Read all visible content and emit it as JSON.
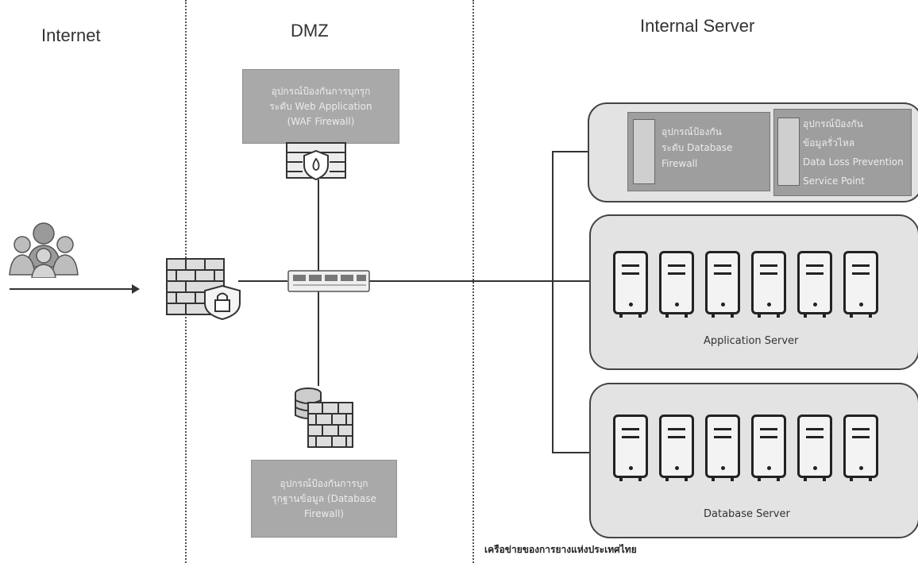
{
  "zones": {
    "internet": "Internet",
    "dmz": "DMZ",
    "internal": "Internal Server"
  },
  "dmz_labels": {
    "waf": [
      "อุปกรณ์ป้องกันการบุกรุก",
      "ระดับ Web Application",
      "(WAF Firewall)"
    ],
    "db_firewall": [
      "อุปกรณ์ป้องกันการบุก",
      "รุกฐานข้อมูล (Database",
      "Firewall)"
    ]
  },
  "internal_groups": {
    "firewall_group": {
      "left_label": [
        "อุปกรณ์ป้องกัน",
        "ระดับ Database",
        "Firewall"
      ],
      "right_label": [
        "อุปกรณ์ป้องกัน",
        "ข้อมูลรั่วไหล",
        "Data Loss Prevention",
        "Service Point"
      ]
    },
    "application": {
      "label": "Application Server",
      "server_count": 6
    },
    "database": {
      "label": "Database Server",
      "server_count": 6
    }
  },
  "caption": "เครือข่ายของการยางแห่งประเทศไทย",
  "icons": [
    "users-group-icon",
    "firewall-lock-icon",
    "web-firewall-icon",
    "network-switch-icon",
    "database-firewall-icon",
    "server-icon"
  ]
}
